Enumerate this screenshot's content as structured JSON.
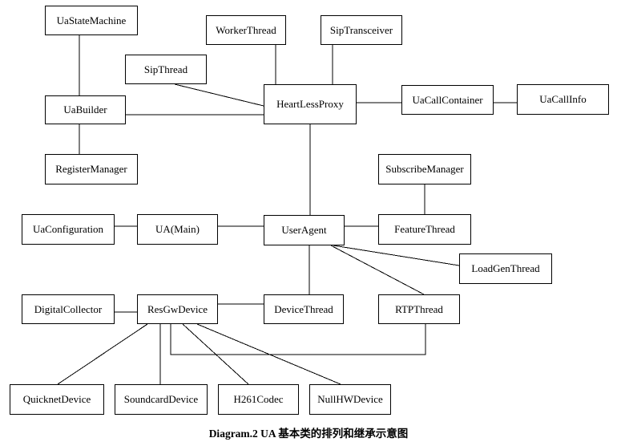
{
  "diagram": {
    "caption": "Diagram.2 UA 基本类的排列和继承示意图",
    "nodes": {
      "uaStateMachine": {
        "label": "UaStateMachine"
      },
      "workerThread": {
        "label": "WorkerThread"
      },
      "sipTransceiver": {
        "label": "SipTransceiver"
      },
      "sipThread": {
        "label": "SipThread"
      },
      "heartLessProxy": {
        "label": "HeartLessProxy"
      },
      "uaCallContainer": {
        "label": "UaCallContainer"
      },
      "uaCallInfo": {
        "label": "UaCallInfo"
      },
      "uaBuilder": {
        "label": "UaBuilder"
      },
      "registerManager": {
        "label": "RegisterManager"
      },
      "subscribeManager": {
        "label": "SubscribeManager"
      },
      "uaConfiguration": {
        "label": "UaConfiguration"
      },
      "uaMain": {
        "label": "UA(Main)"
      },
      "userAgent": {
        "label": "UserAgent"
      },
      "featureThread": {
        "label": "FeatureThread"
      },
      "loadGenThread": {
        "label": "LoadGenThread"
      },
      "digitalCollector": {
        "label": "DigitalCollector"
      },
      "resGwDevice": {
        "label": "ResGwDevice"
      },
      "deviceThread": {
        "label": "DeviceThread"
      },
      "rtpThread": {
        "label": "RTPThread"
      },
      "quicknetDevice": {
        "label": "QuicknetDevice"
      },
      "soundcardDevice": {
        "label": "SoundcardDevice"
      },
      "h261Codec": {
        "label": "H261Codec"
      },
      "nullHWDevice": {
        "label": "NullHWDevice"
      }
    },
    "edges": [
      {
        "from": "UaStateMachine",
        "to": "UaBuilder"
      },
      {
        "from": "WorkerThread",
        "to": "HeartLessProxy"
      },
      {
        "from": "SipTransceiver",
        "to": "HeartLessProxy"
      },
      {
        "from": "SipThread",
        "to": "HeartLessProxy"
      },
      {
        "from": "UaBuilder",
        "to": "HeartLessProxy"
      },
      {
        "from": "UaBuilder",
        "to": "RegisterManager"
      },
      {
        "from": "HeartLessProxy",
        "to": "UaCallContainer"
      },
      {
        "from": "UaCallContainer",
        "to": "UaCallInfo"
      },
      {
        "from": "HeartLessProxy",
        "to": "UserAgent"
      },
      {
        "from": "UaConfiguration",
        "to": "UA(Main)"
      },
      {
        "from": "UA(Main)",
        "to": "UserAgent"
      },
      {
        "from": "UserAgent",
        "to": "FeatureThread"
      },
      {
        "from": "SubscribeManager",
        "to": "FeatureThread"
      },
      {
        "from": "UserAgent",
        "to": "DeviceThread"
      },
      {
        "from": "UserAgent",
        "to": "LoadGenThread"
      },
      {
        "from": "UserAgent",
        "to": "RTPThread"
      },
      {
        "from": "DigitalCollector",
        "to": "ResGwDevice"
      },
      {
        "from": "ResGwDevice",
        "to": "DeviceThread"
      },
      {
        "from": "ResGwDevice",
        "to": "RTPThread"
      },
      {
        "from": "ResGwDevice",
        "to": "QuicknetDevice"
      },
      {
        "from": "ResGwDevice",
        "to": "SoundcardDevice"
      },
      {
        "from": "ResGwDevice",
        "to": "H261Codec"
      },
      {
        "from": "ResGwDevice",
        "to": "NullHWDevice"
      }
    ]
  }
}
